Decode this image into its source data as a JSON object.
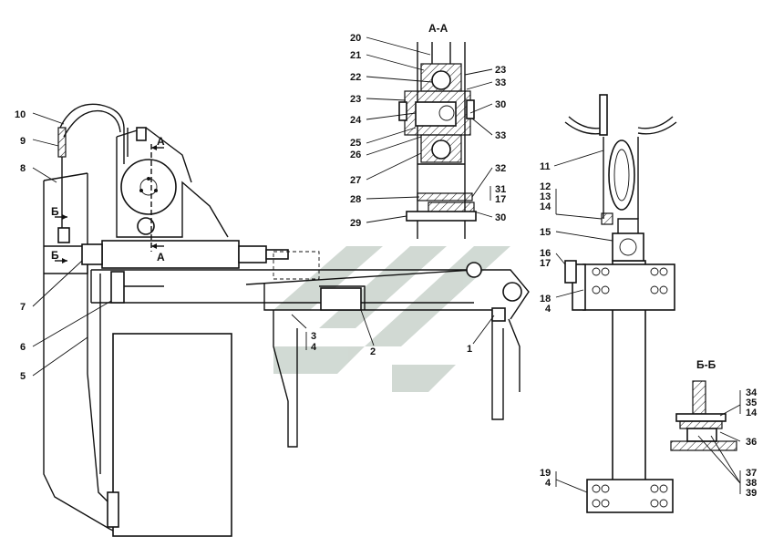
{
  "sections": {
    "aa": "А-А",
    "bb": "Б-Б",
    "a_mark": "А",
    "b_mark": "Б"
  },
  "callouts": {
    "c1": "1",
    "c2": "2",
    "c3": "3",
    "c3b": "4",
    "c5": "5",
    "c6": "6",
    "c7": "7",
    "c8": "8",
    "c9": "9",
    "c10": "10",
    "c11": "11",
    "c12": "12",
    "c13": "13",
    "c14": "14",
    "c15": "15",
    "c16": "16",
    "c17": "17",
    "c18": "18",
    "c18b": "4",
    "c19": "19",
    "c19b": "4",
    "c20": "20",
    "c21": "21",
    "c22": "22",
    "c23a": "23",
    "c24": "24",
    "c25": "25",
    "c26": "26",
    "c27": "27",
    "c28": "28",
    "c29": "29",
    "c23b": "23",
    "c33a": "33",
    "c30a": "30",
    "c33b": "33",
    "c32": "32",
    "c31": "31",
    "c17b": "17",
    "c30b": "30",
    "c34": "34",
    "c35": "35",
    "c14b": "14",
    "c36": "36",
    "c37": "37",
    "c38": "38",
    "c39": "39"
  },
  "colors": {
    "ink": "#111111",
    "watermark": "#c9d3cc"
  }
}
